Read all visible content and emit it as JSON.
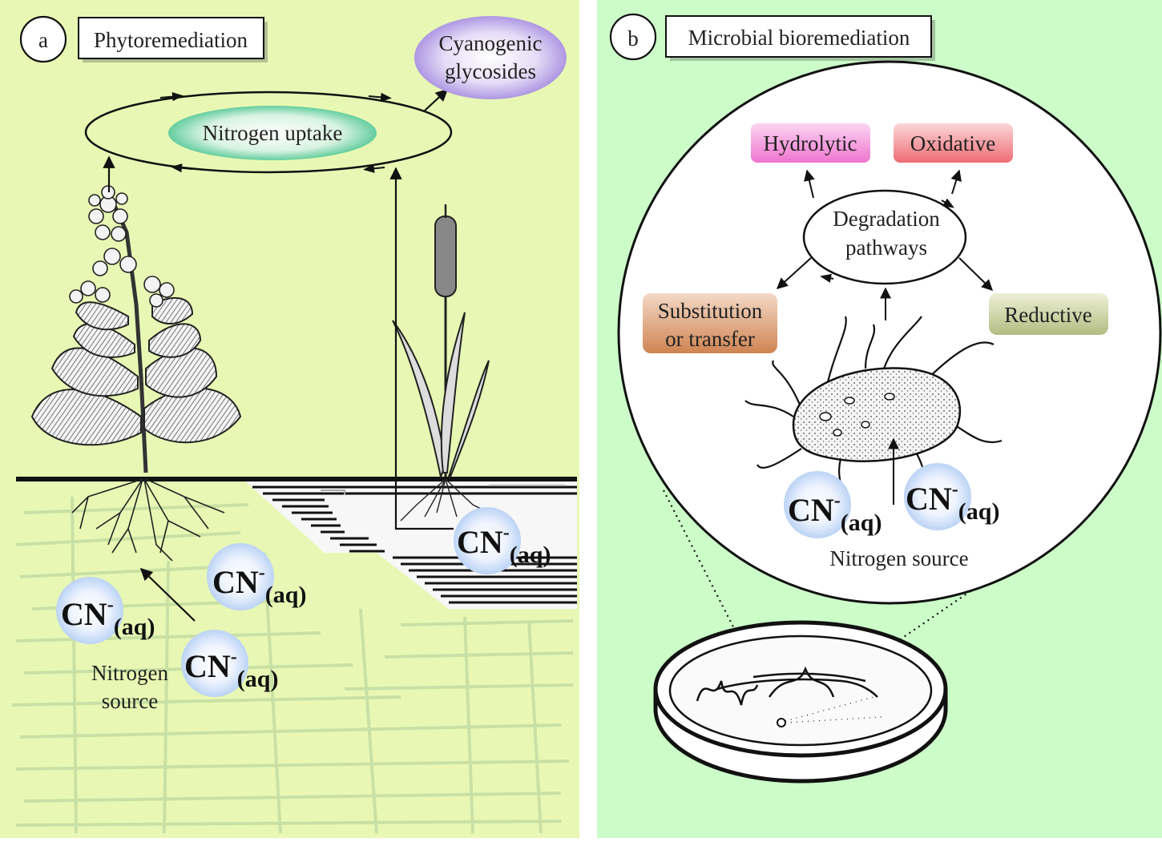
{
  "panel_a": {
    "letter": "a",
    "title": "Phytoremediation",
    "cycle_label": "Nitrogen uptake",
    "product_line1": "Cyanogenic",
    "product_line2": "glycosides",
    "source_line1": "Nitrogen",
    "source_line2": "source",
    "ion": "CN",
    "ion_charge": "-",
    "ion_state": "(aq)"
  },
  "panel_b": {
    "letter": "b",
    "title": "Microbial bioremediation",
    "center_line1": "Degradation",
    "center_line2": "pathways",
    "pathway_hydrolytic": "Hydrolytic",
    "pathway_oxidative": "Oxidative",
    "pathway_substitution_line1": "Substitution",
    "pathway_substitution_line2": "or transfer",
    "pathway_reductive": "Reductive",
    "source_label": "Nitrogen source",
    "ion": "CN",
    "ion_charge": "-",
    "ion_state": "(aq)"
  },
  "colors": {
    "panel_a_bg": "#e8f8b4",
    "panel_b_bg": "#ccfcc8",
    "hydrolytic": "#f27ed4",
    "oxidative": "#f07a80",
    "substitution": "#d08a60",
    "reductive": "#b9c48a",
    "cycle_label": "#3fbf88",
    "product": "#a68fe0",
    "ion_bubble": "#bfd6f6"
  }
}
